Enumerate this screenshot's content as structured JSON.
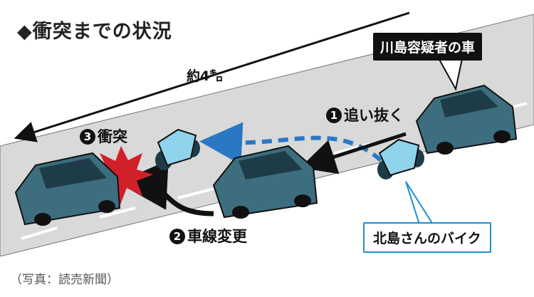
{
  "figure": {
    "title": "衝突までの状況",
    "distance_label": "約4㌔",
    "suspect_car_label": "川島容疑者の車",
    "bike_label": "北島さんのバイク",
    "steps": [
      {
        "num": "1",
        "text": "追い抜く"
      },
      {
        "num": "2",
        "text": "車線変更"
      },
      {
        "num": "3",
        "text": "衝突"
      }
    ],
    "colors": {
      "road": "#d9d9d9",
      "car": "#3d6e7f",
      "bike": "#8fd3ec",
      "bike_path": "#2a78c4",
      "crash": "#d2202a",
      "label_border": "#1c8fd0"
    }
  },
  "caption": "（写真：読売新聞）"
}
